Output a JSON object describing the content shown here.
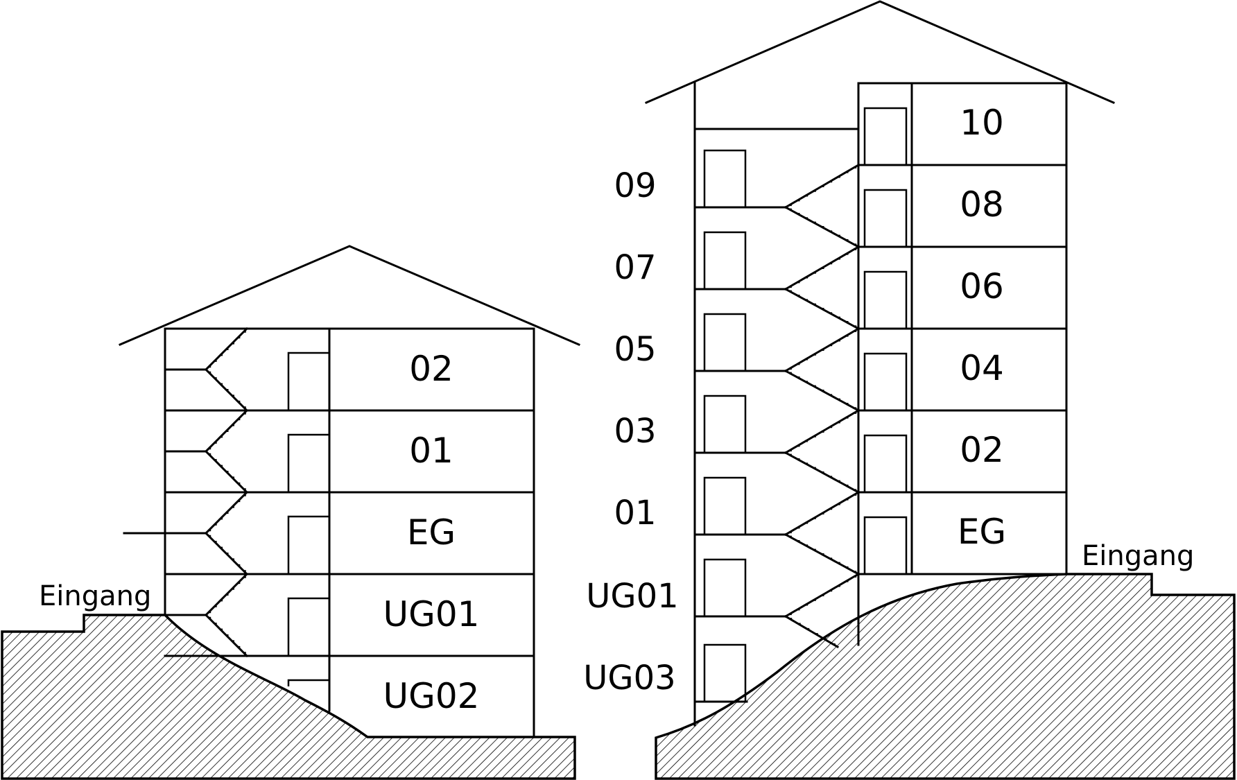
{
  "diagram": {
    "title": "Split-level building sections with hillside entrances",
    "colors": {
      "line": "#000000",
      "background": "#ffffff",
      "hatch": "#000000"
    },
    "left_building": {
      "entrance_label": "Eingang",
      "floor_labels": [
        "02",
        "01",
        "EG",
        "UG01",
        "UG02"
      ]
    },
    "right_building": {
      "entrance_label": "Eingang",
      "right_tower_labels": [
        "10",
        "08",
        "06",
        "04",
        "02",
        "EG"
      ],
      "left_side_labels": [
        "09",
        "07",
        "05",
        "03",
        "01",
        "UG01",
        "UG03"
      ]
    }
  }
}
